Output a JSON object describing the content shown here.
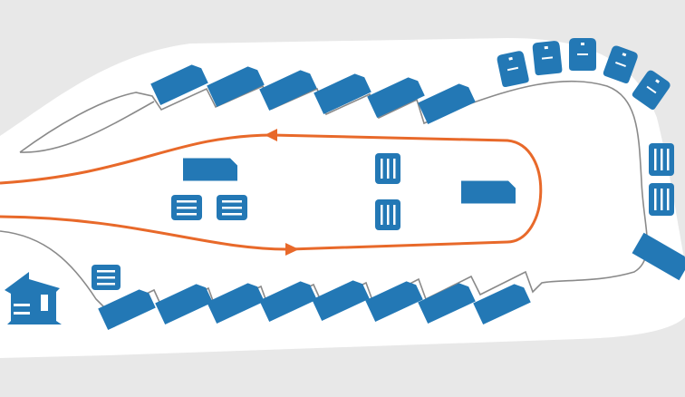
{
  "colors": {
    "background": "#e8e8e8",
    "area": "#ffffff",
    "asset": "#2378b5",
    "route": "#e8692a",
    "road": "#8a8a8a"
  },
  "icons": {
    "building": "house-icon",
    "cabinet_horizontal": "storage-cabinet-icon",
    "cabinet_vertical": "storage-rack-icon",
    "tag": "parking-tag-icon",
    "vehicle": "parked-vehicle-icon",
    "arrow": "direction-arrow-icon"
  },
  "counts": {
    "top_row_vehicles": 6,
    "bottom_row_vehicles": 8,
    "corner_tags": 5
  }
}
